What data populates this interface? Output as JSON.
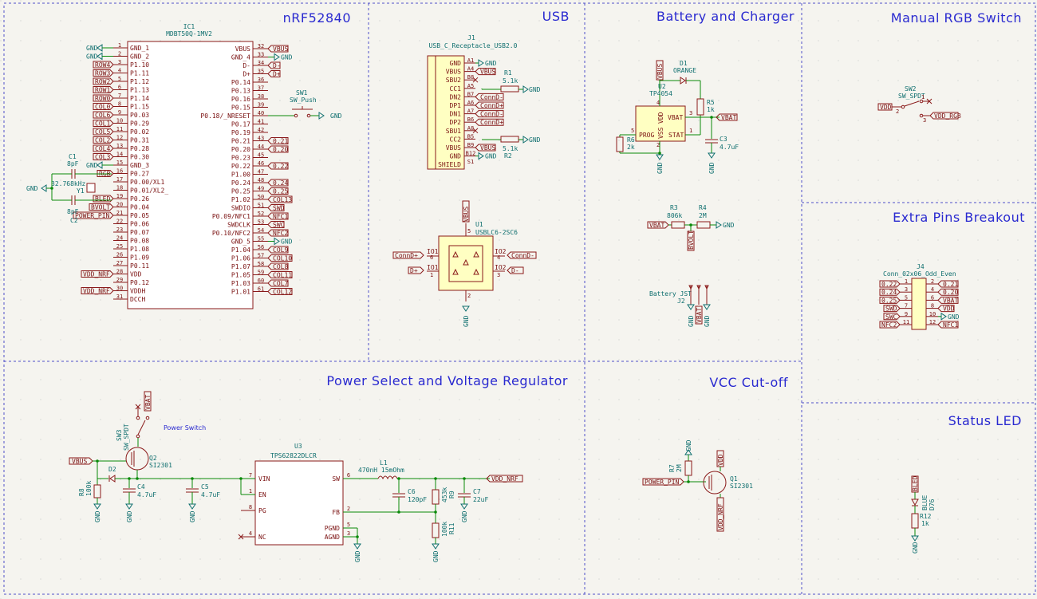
{
  "blocks": {
    "nrf": "nRF52840",
    "usb": "USB",
    "battery": "Battery and Charger",
    "rgb_switch": "Manual RGB Switch",
    "extra_pins": "Extra Pins Breakout",
    "power": "Power Select and Voltage Regulator",
    "vcc_cutoff": "VCC Cut-off",
    "status_led": "Status LED"
  },
  "ic1": {
    "ref": "IC1",
    "value": "MDBT50Q-1MV2",
    "left_pins": [
      "GND_1",
      "GND_2",
      "P1.10",
      "P1.11",
      "P1.12",
      "P1.13",
      "P1.14",
      "P1.15",
      "P0.03",
      "P0.29",
      "P0.02",
      "P0.31",
      "P0.28",
      "P0.30",
      "GND_3",
      "P0.27",
      "P0.00/XL1",
      "P0.01/XL2_",
      "P0.26",
      "P0.04",
      "P0.05",
      "P0.06",
      "P0.07",
      "P0.08",
      "P1.08",
      "P1.09",
      "P0.11",
      "VDD",
      "P0.12",
      "VDDH",
      "DCCH"
    ],
    "left_nums": [
      "1",
      "2",
      "3",
      "4",
      "5",
      "6",
      "7",
      "8",
      "9",
      "10",
      "11",
      "12",
      "13",
      "14",
      "15",
      "16",
      "17",
      "18",
      "19",
      "20",
      "21",
      "22",
      "23",
      "24",
      "25",
      "26",
      "27",
      "28",
      "29",
      "30",
      "31"
    ],
    "left_labels": [
      "GND",
      "GND",
      "ROW4",
      "ROW3",
      "ROW2",
      "ROW1",
      "ROW0",
      "COL0",
      "COL6",
      "COL1",
      "COL5",
      "COL2",
      "COL4",
      "COL3",
      "GND",
      "RGB",
      "",
      "",
      "BLED",
      "BVOLT",
      "POWER_PIN",
      "",
      "",
      "",
      "",
      "",
      "",
      "VDD_NRF",
      "",
      "VDD_NRF",
      ""
    ],
    "right_pins": [
      "VBUS",
      "GND_4",
      "D-",
      "D+",
      "P0.14",
      "P0.13",
      "P0.16",
      "P0.15",
      "P0.18/_NRESET",
      "P0.17",
      "P0.19",
      "P0.21",
      "P0.20",
      "P0.23",
      "P0.22",
      "P1.00",
      "P0.24",
      "P0.25",
      "P1.02",
      "SWDIO",
      "P0.09/NFC1",
      "SWDCLK",
      "P0.10/NFC2",
      "GND_5",
      "P1.04",
      "P1.06",
      "P1.07",
      "P1.05",
      "P1.03",
      "P1.01"
    ],
    "right_nums": [
      "32",
      "33",
      "34",
      "35",
      "36",
      "37",
      "38",
      "39",
      "40",
      "41",
      "42",
      "43",
      "44",
      "45",
      "46",
      "47",
      "48",
      "49",
      "50",
      "51",
      "52",
      "53",
      "54",
      "55",
      "56",
      "57",
      "58",
      "59",
      "60",
      "61"
    ],
    "right_labels": [
      "VBUS",
      "GND",
      "D-",
      "D+",
      "",
      "",
      "",
      "",
      "",
      "",
      "",
      "0.21",
      "0.20",
      "",
      "0.22",
      "",
      "0.24",
      "0.25",
      "COL13",
      "SWD",
      "NFC1",
      "SWC",
      "NFC2",
      "GND",
      "COL9",
      "COL10",
      "COL8",
      "COL11",
      "COL7",
      "COL12"
    ]
  },
  "crystal": {
    "c1_ref": "C1",
    "c1_val": "8pF",
    "c2_ref": "C2",
    "c2_val": "8pF",
    "y1_ref": "Y1",
    "y1_val": "32.768kHz",
    "gnd": "GND"
  },
  "sw1": {
    "ref": "SW1",
    "value": "SW_Push",
    "gnd": "GND"
  },
  "j1": {
    "ref": "J1",
    "value": "USB_C_Receptacle_USB2.0",
    "pins": [
      "GND",
      "VBUS",
      "SBU2",
      "CC1",
      "DN2",
      "DP1",
      "DN1",
      "DP2",
      "SBU1",
      "CC2",
      "VBUS",
      "GND",
      "SHIELD"
    ],
    "nums": [
      "A1",
      "A4",
      "B8",
      "A5",
      "B7",
      "A6",
      "A7",
      "B6",
      "A8",
      "B5",
      "B9",
      "B12",
      "S1"
    ],
    "labels": [
      "GND",
      "VBUS",
      "",
      "",
      "ConnD-",
      "ConnD+",
      "ConnD-",
      "ConnD+",
      "",
      "",
      "VBUS",
      "GND",
      ""
    ],
    "r1_ref": "R1",
    "r1_val": "5.1k",
    "r2_ref": "R2",
    "r2_val": "5.1k"
  },
  "u1": {
    "ref": "U1",
    "value": "USBLC6-2SC6",
    "io1": "IO1",
    "io2": "IO2",
    "connd_plus": "ConnD+",
    "connd_minus": "ConnD-",
    "d_plus": "D+",
    "d_minus": "D-",
    "vbus": "VBUS",
    "gnd": "GND",
    "pins": [
      "6",
      "1",
      "4",
      "3",
      "5",
      "2"
    ]
  },
  "charger": {
    "u2_ref": "U2",
    "u2_val": "TP4054",
    "d1_ref": "D1",
    "d1_val": "ORANGE",
    "r5_ref": "R5",
    "r5_val": "1k",
    "r6_ref": "R6",
    "r6_val": "2k",
    "c3_ref": "C3",
    "c3_val": "4.7uF",
    "prog": "PROG",
    "vss": "VSS",
    "vdd": "VDD",
    "vbat": "VBAT",
    "stat": "STAT",
    "vbus": "VBUS",
    "gnd": "GND",
    "net_vbat": "VBAT",
    "r3_ref": "R3",
    "r3_val": "806k",
    "r4_ref": "R4",
    "r4_val": "2M",
    "bvolt": "BVOLT",
    "j2_ref": "J2",
    "j2_val": "Battery JST"
  },
  "sw2": {
    "ref": "SW2",
    "value": "SW_SPDT",
    "vdd": "VDD",
    "vdd_rgb": "VDD_RGB"
  },
  "j4": {
    "ref": "J4",
    "value": "Conn_02x06_Odd_Even",
    "left": [
      "0.22",
      "0.24",
      "0.25",
      "SWD",
      "SWC",
      "NFC2"
    ],
    "left_nums": [
      "1",
      "3",
      "5",
      "7",
      "9",
      "11"
    ],
    "right": [
      "0.21",
      "0.20",
      "VBAT",
      "VDD",
      "GND",
      "NFC1"
    ],
    "right_nums": [
      "2",
      "4",
      "6",
      "8",
      "10",
      "12"
    ]
  },
  "power": {
    "sw3_ref": "SW3",
    "sw3_val": "SW_SPDT",
    "power_switch": "Power Switch",
    "vbat": "VBAT",
    "q2_ref": "Q2",
    "q2_val": "SI2301",
    "d2_ref": "D2",
    "vbus": "VBUS",
    "r8_ref": "R8",
    "r8_val": "100k",
    "c4_ref": "C4",
    "c4_val": "4.7uF",
    "c5_ref": "C5",
    "c5_val": "4.7uF",
    "u3_ref": "U3",
    "u3_val": "TPS62822DLCR",
    "u3_left": [
      "VIN",
      "EN",
      "PG",
      "NC"
    ],
    "u3_left_nums": [
      "7",
      "1",
      "8",
      "4"
    ],
    "u3_right": [
      "SW",
      "FB",
      "PGND",
      "AGND"
    ],
    "u3_right_nums": [
      "6",
      "2",
      "5",
      "3"
    ],
    "l1_ref": "L1",
    "l1_val": "470nH 15mOhm",
    "c6_ref": "C6",
    "c6_val": "120pF",
    "r9_ref": "R9",
    "r9_val": "453k",
    "r11_ref": "R11",
    "r11_val": "100k",
    "c7_ref": "C7",
    "c7_val": "22uF",
    "vdd_nrf": "VDD_NRF",
    "gnd": "GND"
  },
  "cutoff": {
    "r7_ref": "R7",
    "r7_val": "2M",
    "q1_ref": "Q1",
    "q1_val": "SI2301",
    "power_pin": "POWER_PIN",
    "vdd": "VDD",
    "vdd_nrf": "VDD_NRF",
    "gnd": "GND"
  },
  "status": {
    "bled": "BLED",
    "d76_ref": "D76",
    "d76_val": "BLUE",
    "r12_ref": "R12",
    "r12_val": "1k",
    "gnd": "GND"
  }
}
